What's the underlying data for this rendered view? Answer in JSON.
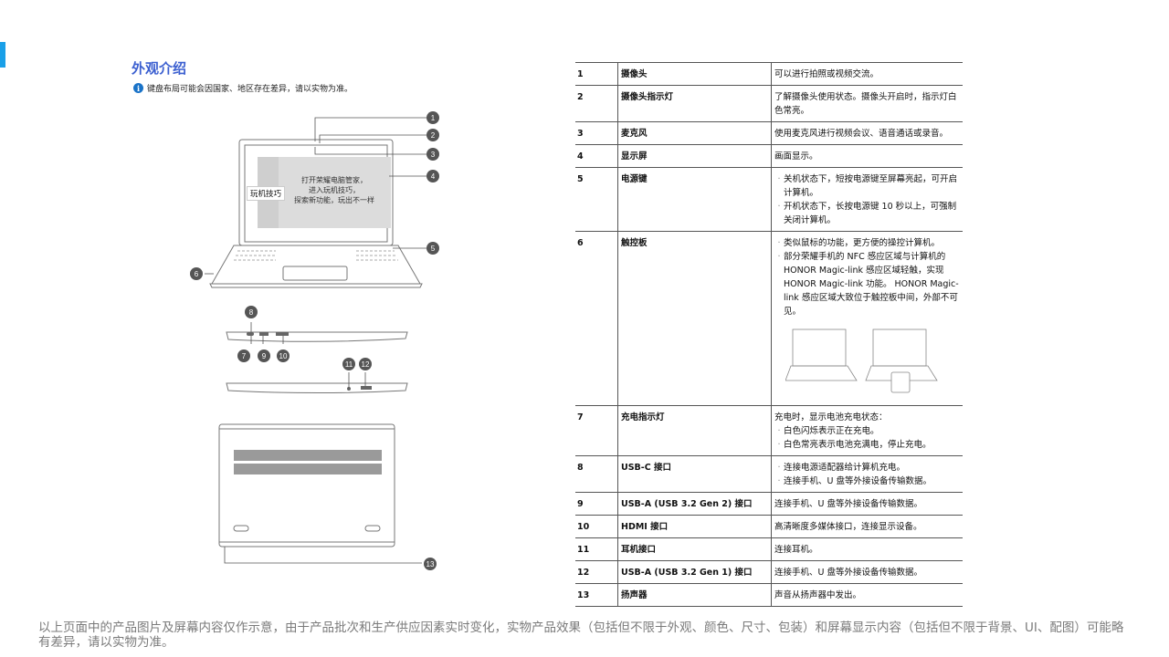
{
  "heading": "外观介绍",
  "note": "键盘布局可能会因国家、地区存在差异，请以实物为准。",
  "screen": {
    "chip": "玩机技巧",
    "line1": "打开荣耀电脑管家，",
    "line2": "进入玩机技巧，",
    "line3": "探索新功能，玩出不一样"
  },
  "callouts": [
    "1",
    "2",
    "3",
    "4",
    "5",
    "6",
    "7",
    "8",
    "9",
    "10",
    "11",
    "12",
    "13"
  ],
  "table": {
    "rows": [
      {
        "num": "1",
        "name": "摄像头",
        "desc": [
          "可以进行拍照或视频交流。"
        ]
      },
      {
        "num": "2",
        "name": "摄像头指示灯",
        "desc": [
          "了解摄像头使用状态。摄像头开启时，指示灯白色常亮。"
        ]
      },
      {
        "num": "3",
        "name": "麦克风",
        "desc": [
          "使用麦克风进行视频会议、语音通话或录音。"
        ]
      },
      {
        "num": "4",
        "name": "显示屏",
        "desc": [
          "画面显示。"
        ]
      },
      {
        "num": "5",
        "name": "电源键",
        "bullets": [
          "关机状态下，短按电源键至屏幕亮起，可开启计算机。",
          "开机状态下，长按电源键 10 秒以上，可强制关闭计算机。"
        ]
      },
      {
        "num": "6",
        "name": "触控板",
        "bullets": [
          "类似鼠标的功能，更方便的操控计算机。",
          "部分荣耀手机的 NFC 感应区域与计算机的 HONOR Magic-link 感应区域轻触，实现 HONOR Magic-link 功能。 HONOR Magic-link 感应区域大致位于触控板中间，外部不可见。"
        ]
      },
      {
        "num": "7",
        "name": "充电指示灯",
        "desc": [
          "充电时，显示电池充电状态："
        ],
        "bullets": [
          "白色闪烁表示正在充电。",
          "白色常亮表示电池充满电，停止充电。"
        ]
      },
      {
        "num": "8",
        "name": "USB-C 接口",
        "bullets": [
          "连接电源适配器给计算机充电。",
          "连接手机、U 盘等外接设备传输数据。"
        ]
      },
      {
        "num": "9",
        "name": "USB-A (USB 3.2 Gen 2) 接口",
        "desc": [
          "连接手机、U 盘等外接设备传输数据。"
        ]
      },
      {
        "num": "10",
        "name": "HDMI 接口",
        "desc": [
          "高清晰度多媒体接口，连接显示设备。"
        ]
      },
      {
        "num": "11",
        "name": "耳机接口",
        "desc": [
          "连接耳机。"
        ]
      },
      {
        "num": "12",
        "name": "USB-A (USB 3.2 Gen 1) 接口",
        "desc": [
          "连接手机、U 盘等外接设备传输数据。"
        ]
      },
      {
        "num": "13",
        "name": "扬声器",
        "desc": [
          "声音从扬声器中发出。"
        ]
      }
    ]
  },
  "footer": "以上页面中的产品图片及屏幕内容仅作示意，由于产品批次和生产供应因素实时变化，实物产品效果（包括但不限于外观、颜色、尺寸、包装）和屏幕显示内容（包括但不限于背景、UI、配图）可能略有差异，请以实物为准。"
}
